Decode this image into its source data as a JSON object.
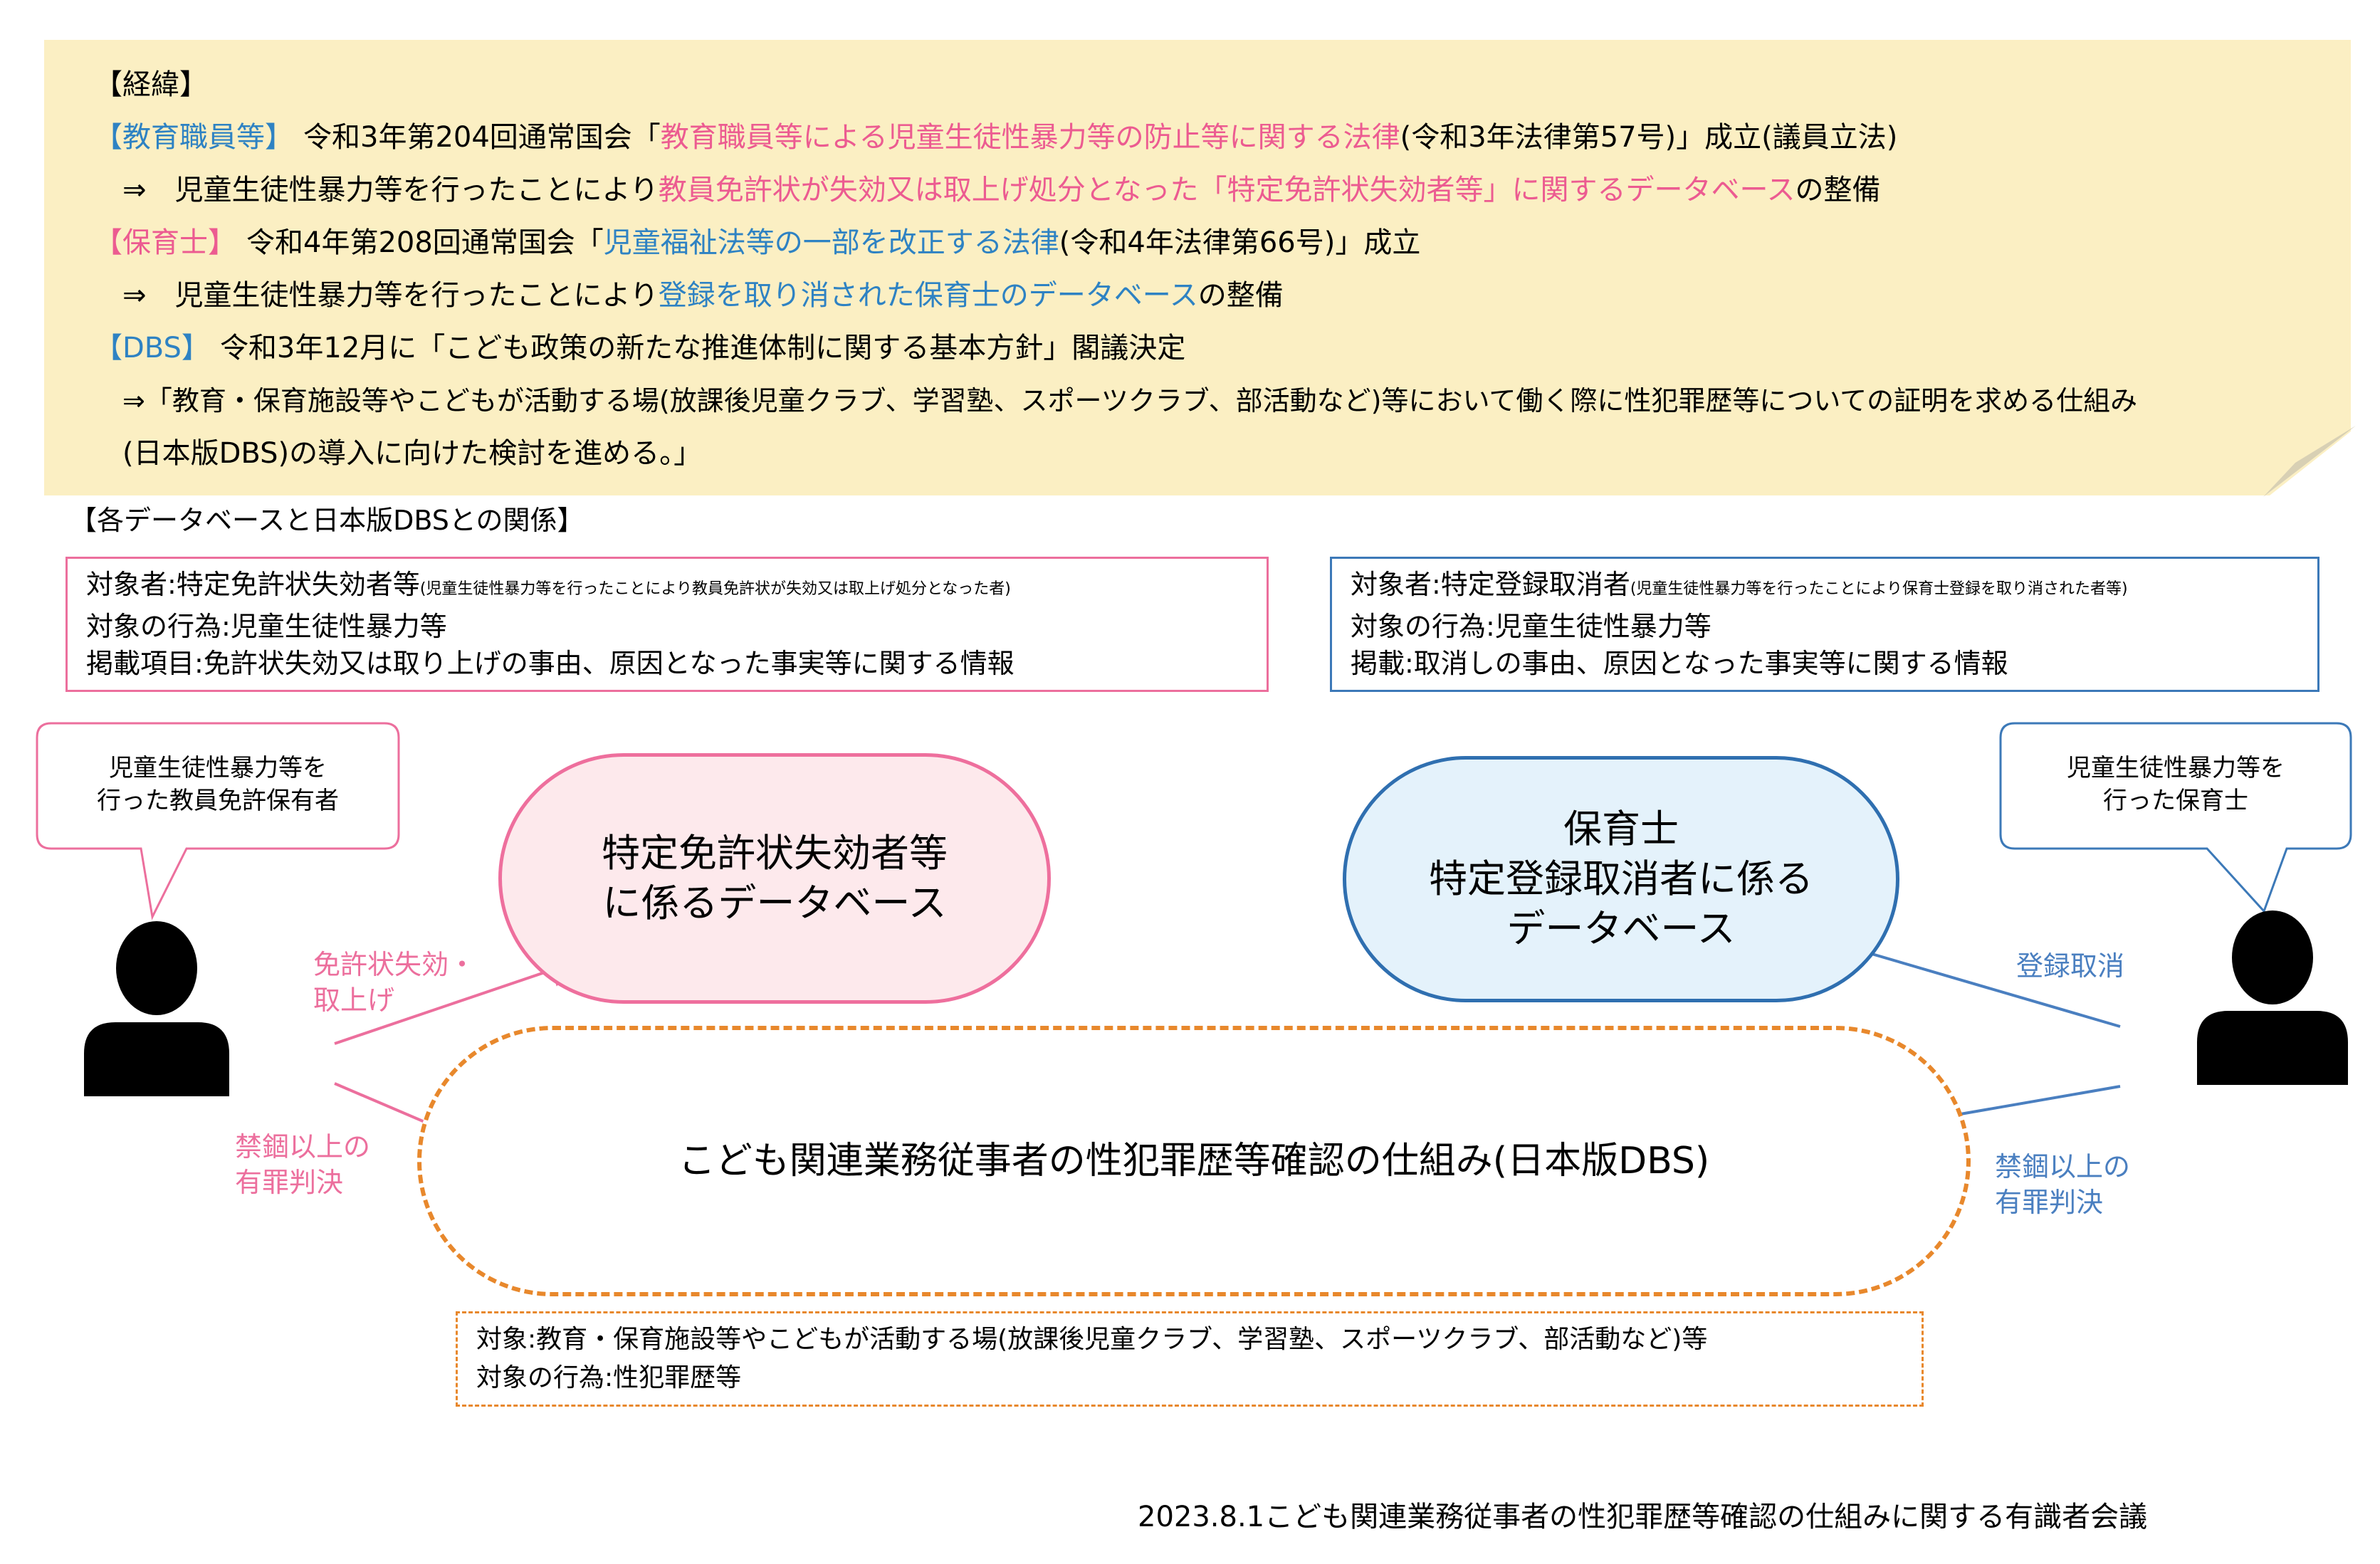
{
  "background": {
    "heading": "【経緯】",
    "teachers": {
      "tag": "【教育職員等】",
      "text_a": "令和3年第204回通常国会「",
      "law": "教育職員等による児童生徒性暴力等の防止等に関する法律",
      "text_b": "(令和3年法律第57号)」成立(議員立法)",
      "arrow_text_a": "⇒　児童生徒性暴力等を行ったことにより",
      "arrow_highlight_1": "教員免許状が失効又は取上げ処分となった「特定免許状失効者等」に関するデータベース",
      "arrow_text_b": "の整備"
    },
    "childcare": {
      "tag": "【保育士】",
      "text_a": "令和4年第208回通常国会「",
      "law": "児童福祉法等の一部を改正する法律",
      "text_b": "(令和4年法律第66号)」成立",
      "arrow_text_a": "⇒　児童生徒性暴力等を行ったことにより",
      "arrow_highlight": "登録を取り消された保育士のデータベース",
      "arrow_text_b": "の整備"
    },
    "dbs": {
      "tag": "【DBS】",
      "text": "令和3年12月に「こども政策の新たな推進体制に関する基本方針」閣議決定",
      "arrow_line1": "⇒「教育・保育施設等やこどもが活動する場(放課後児童クラブ、学習塾、スポーツクラブ、部活動など)等において働く際に性犯罪歴等についての証明を求める仕組み",
      "arrow_line2": "(日本版DBS)の導入に向けた検討を進める。」"
    }
  },
  "relation_heading": "【各データベースと日本版DBSとの関係】",
  "teacher_db_box": {
    "line1_label": "対象者:特定免許状失効者等",
    "line1_note": "(児童生徒性暴力等を行ったことにより教員免許状が失効又は取上げ処分となった者)",
    "line2": "対象の行為:児童生徒性暴力等",
    "line3": "掲載項目:免許状失効又は取り上げの事由、原因となった事実等に関する情報"
  },
  "childcare_db_box": {
    "line1_label": "対象者:特定登録取消者",
    "line1_note": "(児童生徒性暴力等を行ったことにより保育士登録を取り消された者等)",
    "line2": "対象の行為:児童生徒性暴力等",
    "line3": "掲載:取消しの事由、原因となった事実等に関する情報"
  },
  "left_bubble": {
    "line1": "児童生徒性暴力等を",
    "line2": "行った教員免許保有者"
  },
  "right_bubble": {
    "line1": "児童生徒性暴力等を",
    "line2": "行った保育士"
  },
  "teacher_db_ellipse": {
    "line1": "特定免許状失効者等",
    "line2": "に係るデータベース"
  },
  "childcare_db_ellipse": {
    "line1": "保育士",
    "line2": "特定登録取消者に係る",
    "line3": "データベース"
  },
  "dbs_ellipse": "こども関連業務従事者の性犯罪歴等確認の仕組み(日本版DBS)",
  "left_labels": {
    "revoke_line1": "免許状失効・",
    "revoke_line2": "取上げ",
    "conviction_line1": "禁錮以上の",
    "conviction_line2": "有罪判決"
  },
  "right_labels": {
    "revoke": "登録取消",
    "conviction_line1": "禁錮以上の",
    "conviction_line2": "有罪判決"
  },
  "dbs_box": {
    "line1": "対象:教育・保育施設等やこどもが活動する場(放課後児童クラブ、学習塾、スポーツクラブ、部活動など)等",
    "line2": "対象の行為:性犯罪歴等"
  },
  "footer": "2023.8.1こども関連業務従事者の性犯罪歴等確認の仕組みに関する有識者会議",
  "colors": {
    "note_background": "#fbefc3",
    "pink": "#ec5b91",
    "blue": "#2e82c3",
    "orange": "#e8882c",
    "pink_fill": "#fde9ec",
    "blue_fill": "#e4f2fb"
  },
  "icons": [
    "person-icon",
    "person-icon"
  ]
}
